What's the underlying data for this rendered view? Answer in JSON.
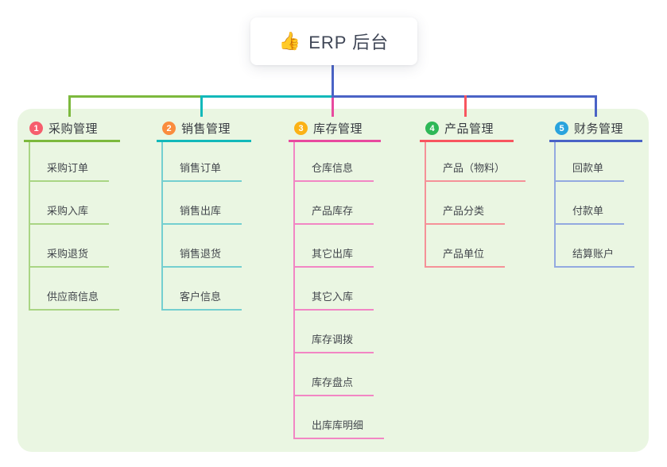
{
  "root": {
    "icon": "👍",
    "title": "ERP 后台"
  },
  "canvas": {
    "panel_bg": "#eaf6e2",
    "root_line": "#4a63c6"
  },
  "branches": [
    {
      "num": "1",
      "label": "采购管理",
      "colors": {
        "badge": "#f65e6d",
        "line": "#7cb93d",
        "child_line": "#a9d584"
      },
      "children": [
        "采购订单",
        "采购入库",
        "采购退货",
        "供应商信息"
      ]
    },
    {
      "num": "2",
      "label": "销售管理",
      "colors": {
        "badge": "#fa8c3e",
        "line": "#12b9ba",
        "child_line": "#74cfd0"
      },
      "children": [
        "销售订单",
        "销售出库",
        "销售退货",
        "客户信息"
      ]
    },
    {
      "num": "3",
      "label": "库存管理",
      "colors": {
        "badge": "#fbb216",
        "line": "#e84a9f",
        "child_line": "#f286c4"
      },
      "children": [
        "仓库信息",
        "产品库存",
        "其它出库",
        "其它入库",
        "库存调拨",
        "库存盘点",
        "出库库明细"
      ]
    },
    {
      "num": "4",
      "label": "产品管理",
      "colors": {
        "badge": "#2eb857",
        "line": "#f8555f",
        "child_line": "#f59198"
      },
      "children": [
        "产品（物料）",
        "产品分类",
        "产品单位"
      ]
    },
    {
      "num": "5",
      "label": "财务管理",
      "colors": {
        "badge": "#29a3dd",
        "line": "#4a63c6",
        "child_line": "#93a9e0"
      },
      "children": [
        "回款单",
        "付款单",
        "结算账户"
      ]
    }
  ]
}
